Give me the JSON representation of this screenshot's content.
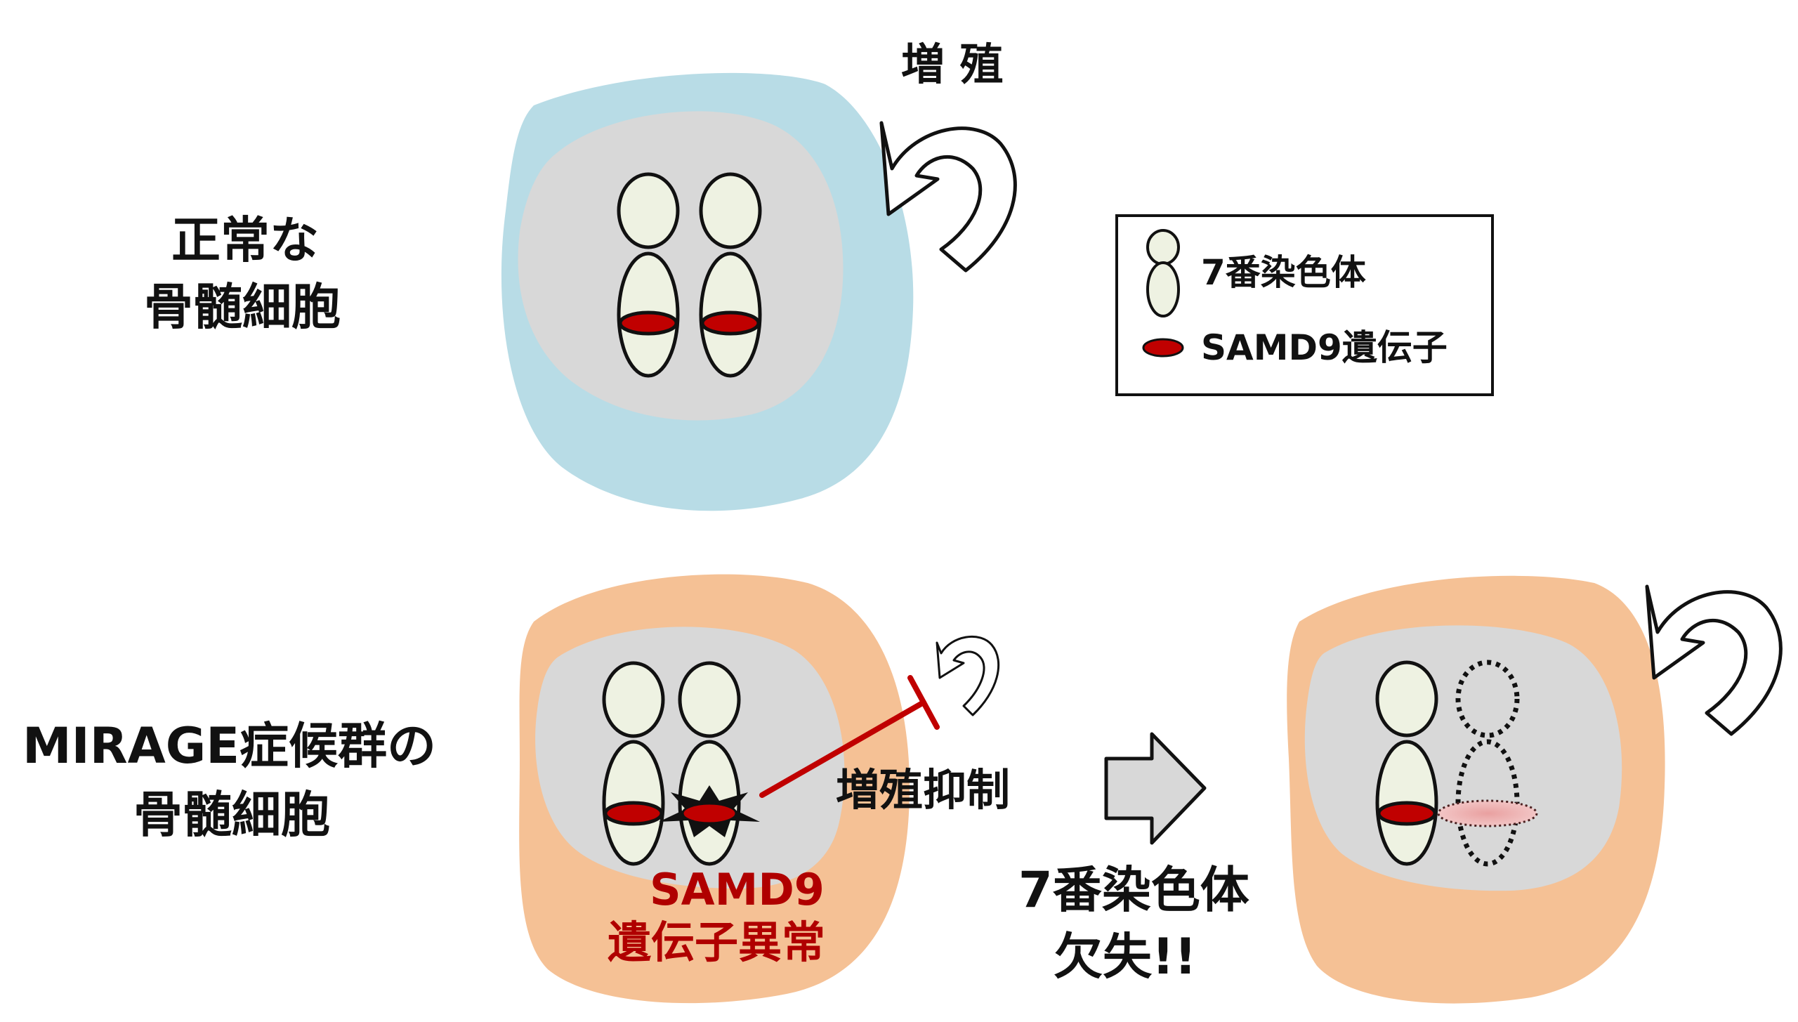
{
  "row_normal": {
    "label_line1": "正常な",
    "label_line2": "骨髄細胞",
    "proliferation_label": "増 殖"
  },
  "row_mirage": {
    "label_line1": "MIRAGE症候群の",
    "label_line2": "骨髄細胞",
    "mutation_line1": "SAMD9",
    "mutation_line2": "遺伝子異常",
    "inhibition_label": "増殖抑制",
    "loss_line1": "7番染色体",
    "loss_line2": "欠失!!"
  },
  "legend": {
    "chromosome_label": "7番染色体",
    "gene_label": "SAMD9遺伝子"
  },
  "colors": {
    "normal_cytoplasm": "#b8dce6",
    "mirage_cytoplasm": "#f5c195",
    "nucleus": "#d8d8d8",
    "chromosome": "#eef2e2",
    "gene": "#c00000",
    "inhibition": "#c00000"
  }
}
